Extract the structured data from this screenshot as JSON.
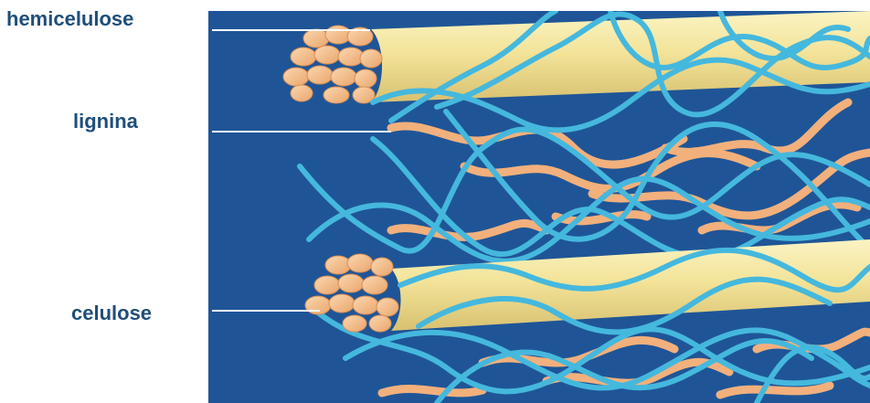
{
  "labels": {
    "hemicellulose": "hemicelulose",
    "lignin": "lignina",
    "cellulose": "celulose"
  },
  "colors": {
    "background": "#1f5597",
    "hemicellulose_strand": "#45b8dd",
    "lignin_strand": "#f2b07c",
    "cellulose_sheath": "#f3e49a",
    "cellulose_fibril": "#f6c18a",
    "label_text": "#1f4e79"
  }
}
